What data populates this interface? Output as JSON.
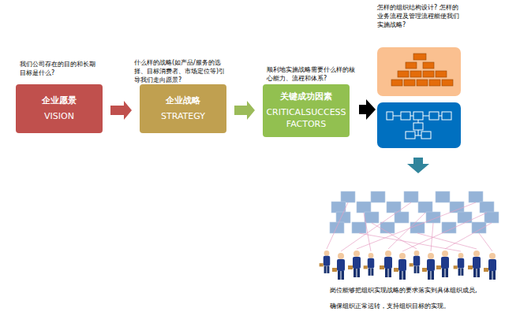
{
  "diagram": {
    "nodes": [
      {
        "text": [
          "企业愿景",
          "VISION"
        ]
      },
      {
        "text": [
          "企业战略",
          "STRATEGY"
        ]
      },
      {
        "text": [
          "关键成功因素",
          "CRITICALSUCCESS FACTORS"
        ]
      }
    ],
    "edges": [
      {
        "from": 0,
        "to": 1,
        "arrow": "to"
      },
      {
        "from": 1,
        "to": 2,
        "arrow": "to"
      }
    ],
    "labels": [
      "我们公司存在的目的和长期目标是什么?",
      "什么样的战略(如产品/服务的选择、目标消费者、市场定位等)引导我们走向愿景?",
      "顺利地实施战略需要什么样的核心能力、流程和体系?",
      "怎样的组织结构设计? 怎样的业务流程及管理流程能使我们实施战略?",
      "岗位能够把组织实现战略的要求落实到具体组织成员,",
      "确保组织正常运转，支持组织目标的实现。"
    ]
  }
}
